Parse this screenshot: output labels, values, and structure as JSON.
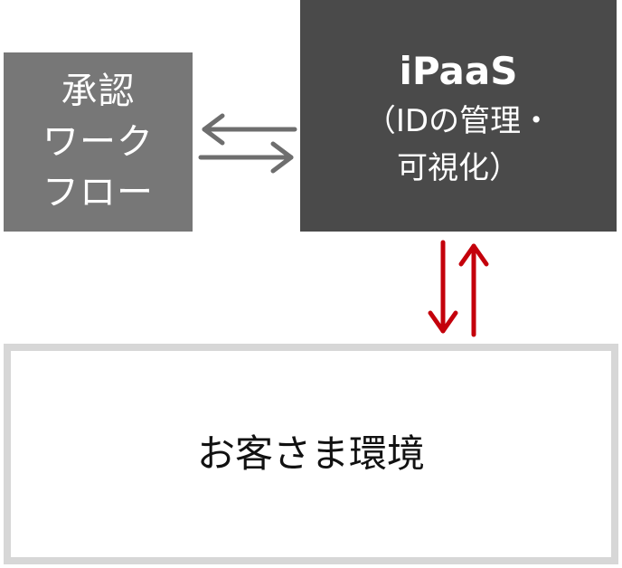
{
  "workflow": {
    "lines": [
      "承認",
      "ワーク",
      "フロー"
    ]
  },
  "ipaas": {
    "title": "iPaaS",
    "sub_line1": "（IDの管理・",
    "sub_line2": "可視化）"
  },
  "customer": {
    "label": "お客さま環境"
  },
  "colors": {
    "workflow_fill": "#777777",
    "ipaas_fill": "#4a4a4a",
    "customer_border": "#d7d7d7",
    "gray_arrow": "#6e6e6e",
    "red_arrow": "#c4000b"
  }
}
